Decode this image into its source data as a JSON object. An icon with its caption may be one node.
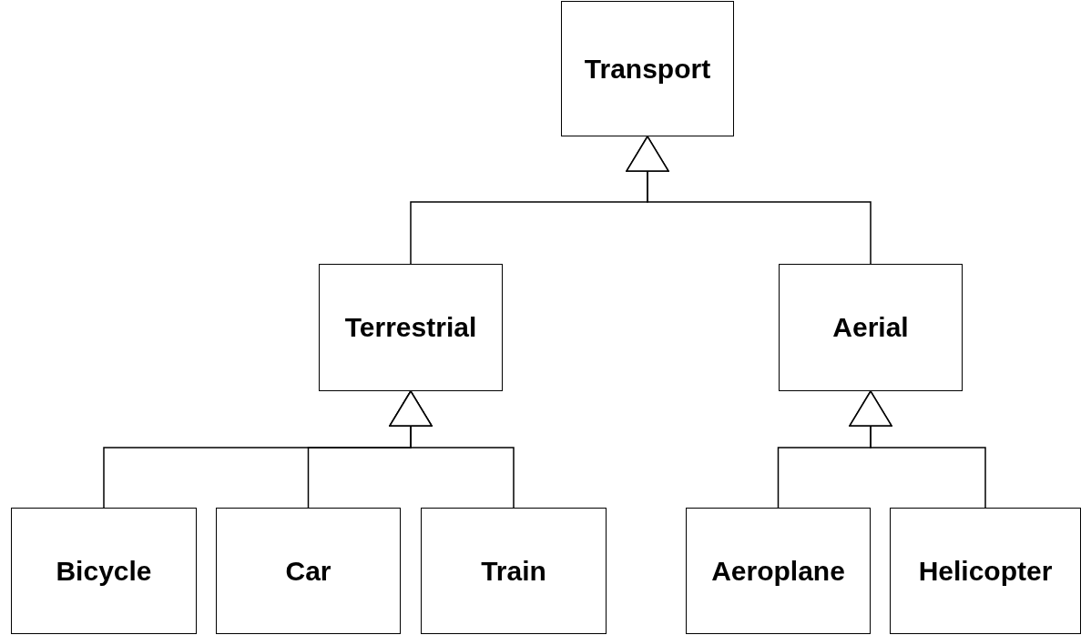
{
  "diagram": {
    "nodes": [
      {
        "text": [
          "Transport"
        ]
      },
      {
        "text": [
          "Terrestrial"
        ]
      },
      {
        "text": [
          "Aerial"
        ]
      },
      {
        "text": [
          "Bicycle"
        ]
      },
      {
        "text": [
          "Car"
        ]
      },
      {
        "text": [
          "Train"
        ]
      },
      {
        "text": [
          "Aeroplane"
        ]
      },
      {
        "text": [
          "Helicopter"
        ]
      }
    ],
    "edges": [
      {
        "from": 1,
        "to": 0,
        "arrow": "to"
      },
      {
        "from": 2,
        "to": 0,
        "arrow": "to"
      },
      {
        "from": 3,
        "to": 1,
        "arrow": "to"
      },
      {
        "from": 4,
        "to": 1,
        "arrow": "to"
      },
      {
        "from": 5,
        "to": 1,
        "arrow": "to"
      },
      {
        "from": 6,
        "to": 2,
        "arrow": "to"
      },
      {
        "from": 7,
        "to": 2,
        "arrow": "to"
      }
    ]
  }
}
